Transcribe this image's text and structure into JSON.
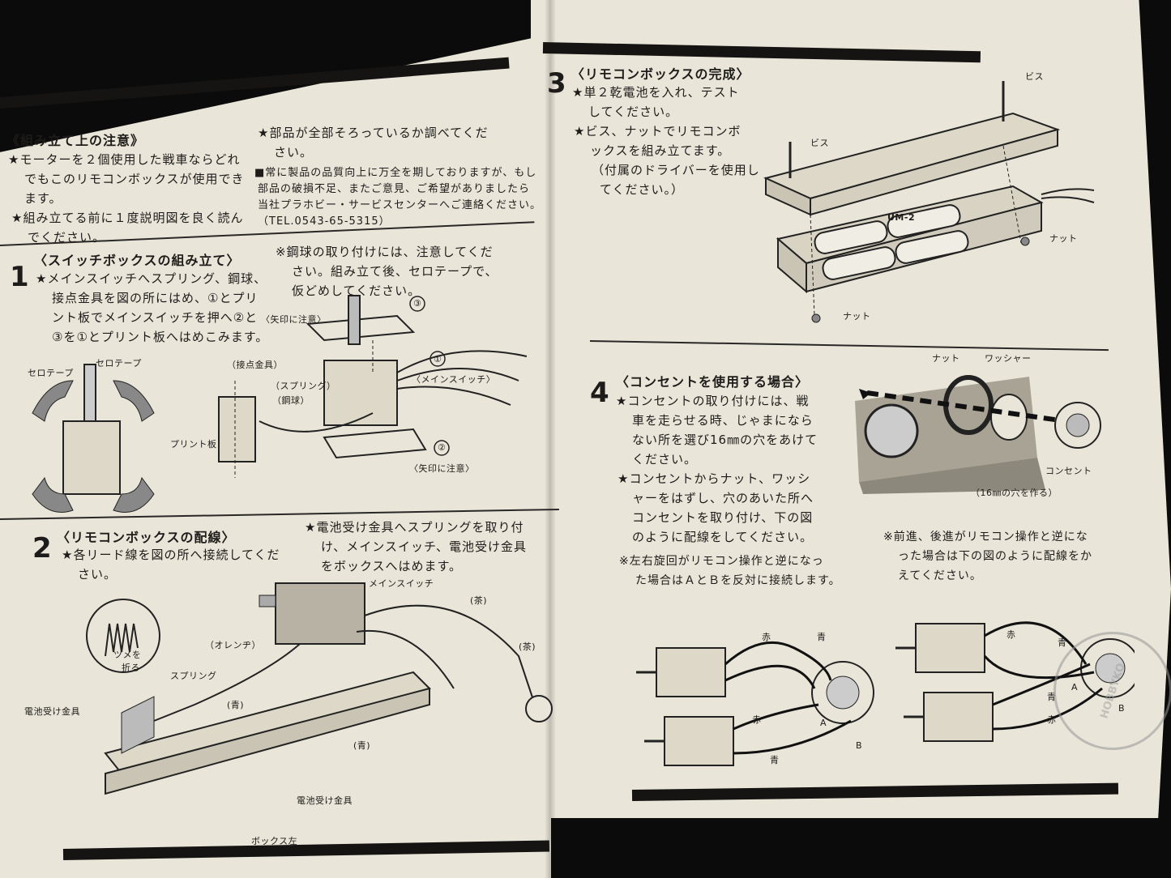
{
  "notes": {
    "title": "《組み立て上の注意》",
    "left_lines": [
      "★モーターを２個使用した戦車ならどれ",
      "でもこのリモコンボックスが使用でき",
      "ます。",
      "★組み立てる前に１度説明図を良く読ん",
      "でください。"
    ],
    "right_lines": [
      "★部品が全部そろっているか調べてくだ",
      "さい。",
      "■常に製品の品質向上に万全を期しておりますが、もし",
      "部品の破損不足、またご意見、ご希望がありましたら",
      "当社プラホビー・サービスセンターへご連絡ください。",
      "（TEL.0543-65-5315）"
    ]
  },
  "step1": {
    "num": "1",
    "title": "〈スイッチボックスの組み立て〉",
    "lines": [
      "★メインスイッチへスプリング、鋼球、",
      "接点金具を図の所にはめ、①とプリ",
      "ント板でメインスイッチを押へ②と",
      "③を①とプリント板へはめこみます。"
    ],
    "note_lines": [
      "※鋼球の取り付けには、注意してくだ",
      "さい。組み立て後、セロテープで、",
      "仮どめしてください。"
    ],
    "labels": {
      "tape1": "セロテープ",
      "tape2": "セロテープ",
      "arrow_top": "〈矢印に注意〉",
      "contact": "（接点金具）",
      "spring": "（スプリング）",
      "ball": "（鋼球）",
      "print": "プリント板",
      "c3": "③",
      "c1": "①",
      "main": "〈メインスイッチ〉",
      "c2": "②",
      "arrow_bot": "〈矢印に注意〉"
    }
  },
  "step2": {
    "num": "2",
    "title": "〈リモコンボックスの配線〉",
    "lines": [
      "★各リード線を図の所へ接続してくだ",
      "さい。"
    ],
    "right_lines": [
      "★電池受け金具へスプリングを取り付",
      "け、メインスイッチ、電池受け金具",
      "をボックスへはめます。"
    ],
    "labels": {
      "main": "メインスイッチ",
      "brown1": "(茶)",
      "brown2": "(茶)",
      "orange": "（オレンヂ）",
      "claw": "ツメを",
      "fold": "折る",
      "spring": "スプリング",
      "blue1": "(青)",
      "holder": "電池受け金具",
      "blue2": "(青)",
      "holder2": "電池受け金具",
      "box": "ボックス左"
    }
  },
  "step3": {
    "num": "3",
    "title": "〈リモコンボックスの完成〉",
    "lines": [
      "★単２乾電池を入れ、テスト",
      "してください。",
      "★ビス、ナットでリモコンボ",
      "ックスを組み立てます。",
      "（付属のドライバーを使用し",
      "てください。）"
    ],
    "labels": {
      "screw1": "ビス",
      "screw2": "ビス",
      "nut1": "ナット",
      "nut2": "ナット",
      "bat": "UM-2"
    }
  },
  "step4": {
    "num": "4",
    "title": "〈コンセントを使用する場合〉",
    "lines": [
      "★コンセントの取り付けには、戦",
      "車を走らせる時、じゃまになら",
      "ない所を選び16㎜の穴をあけて",
      "ください。",
      "★コンセントからナット、ワッシ",
      "ャーをはずし、穴のあいた所へ",
      "コンセントを取り付け、下の図",
      "のように配線をしてください。"
    ],
    "labels": {
      "nut": "ナット",
      "washer": "ワッシャー",
      "outlet": "コンセント",
      "hole": "（16㎜の穴を作る）"
    }
  },
  "wiring": {
    "note_a_lines": [
      "※左右旋回がリモコン操作と逆になっ",
      "た場合はＡとＢを反対に接続します。"
    ],
    "note_b_lines": [
      "※前進、後進がリモコン操作と逆にな",
      "った場合は下の図のように配線をか",
      "えてください。"
    ],
    "fig1": {
      "red1": "赤",
      "blue1": "青",
      "red2": "赤",
      "blue2": "青",
      "a": "A",
      "b": "B"
    },
    "fig2": {
      "red1": "赤",
      "blue1": "青",
      "blue2": "青",
      "red2": "赤",
      "a": "A",
      "b": "B"
    }
  },
  "watermark": "HOBBYKO"
}
